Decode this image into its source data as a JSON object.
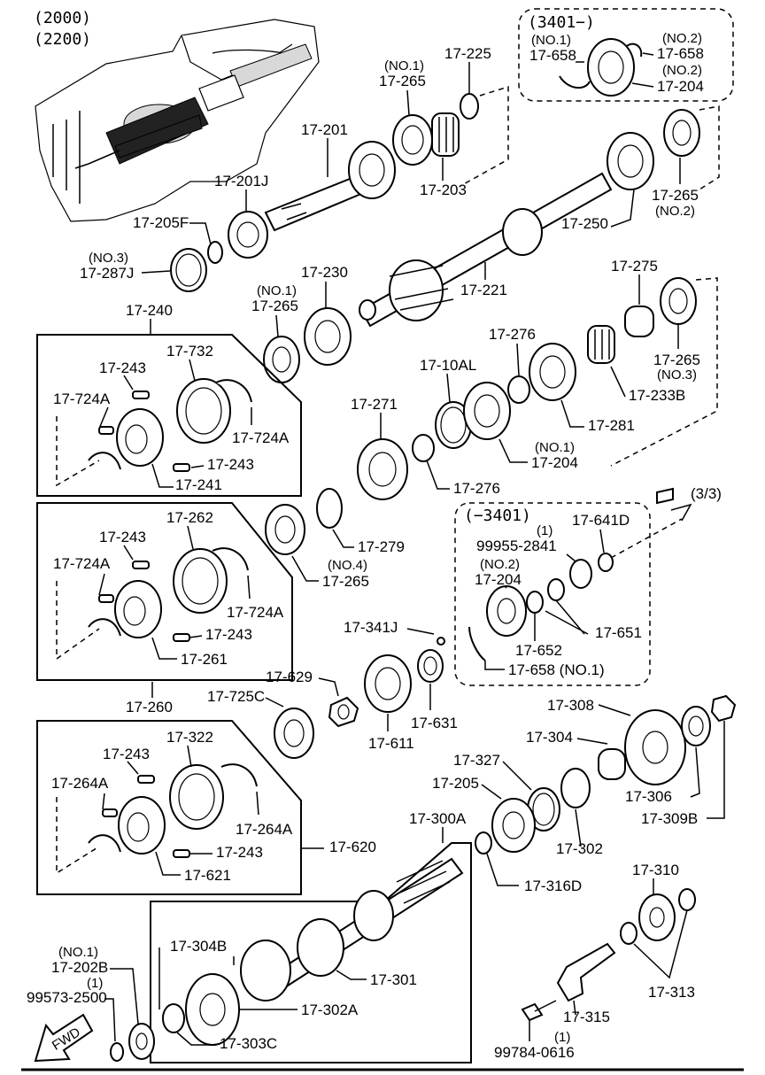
{
  "header": {
    "line1": "(2000)",
    "line2": "(2200)"
  },
  "ref": {
    "arrow_text": "(3/3)",
    "fwd": "FWD"
  },
  "groups": {
    "g3401_plus": "(3401−)",
    "g3401_minus": "(−3401)"
  },
  "labels": {
    "l_17_225": "17-225",
    "l_no1_a": "(NO.1)",
    "l_17_265a": "17-265",
    "l_no1_b": "(NO.1)",
    "l_17_658a": "17-658",
    "l_no2_a": "(NO.2)",
    "l_17_658b": "17-658",
    "l_no2_b": "(NO.2)",
    "l_17_204a": "17-204",
    "l_17_201": "17-201",
    "l_17_201J": "17-201J",
    "l_17_203": "17-203",
    "l_17_265b": "17-265",
    "l_no2_c": "(NO.2)",
    "l_17_250": "17-250",
    "l_17_205F": "17-205F",
    "l_no3_a": "(NO.3)",
    "l_17_287J": "17-287J",
    "l_17_240": "17-240",
    "l_no1_c": "(NO.1)",
    "l_17_265c": "17-265",
    "l_17_230": "17-230",
    "l_17_221": "17-221",
    "l_17_275": "17-275",
    "l_17_732": "17-732",
    "l_17_243a": "17-243",
    "l_17_724Aa": "17-724A",
    "l_17_724Ab": "17-724A",
    "l_17_243b": "17-243",
    "l_17_241": "17-241",
    "l_17_276a": "17-276",
    "l_17_10AL": "17-10AL",
    "l_17_265d": "17-265",
    "l_no3_b": "(NO.3)",
    "l_17_233B": "17-233B",
    "l_17_281": "17-281",
    "l_17_271": "17-271",
    "l_no1_d": "(NO.1)",
    "l_17_204b": "17-204",
    "l_17_276b": "17-276",
    "l_17_262": "17-262",
    "l_17_243c": "17-243",
    "l_17_724Ac": "17-724A",
    "l_17_724Ad": "17-724A",
    "l_17_243d": "17-243",
    "l_17_261": "17-261",
    "l_17_279": "17-279",
    "l_no4": "(NO.4)",
    "l_17_265e": "17-265",
    "l_q1a": "(1)",
    "l_99955": "99955-2841",
    "l_17_641D": "17-641D",
    "l_no2_d": "(NO.2)",
    "l_17_204c": "17-204",
    "l_17_652": "17-652",
    "l_17_651": "17-651",
    "l_17_658c": "17-658 (NO.1)",
    "l_17_341J": "17-341J",
    "l_17_629": "17-629",
    "l_17_725C": "17-725C",
    "l_17_611": "17-611",
    "l_17_631": "17-631",
    "l_17_260": "17-260",
    "l_17_308": "17-308",
    "l_17_304": "17-304",
    "l_17_327": "17-327",
    "l_17_205": "17-205",
    "l_17_306": "17-306",
    "l_17_309B": "17-309B",
    "l_17_302": "17-302",
    "l_17_322": "17-322",
    "l_17_243e": "17-243",
    "l_17_264Aa": "17-264A",
    "l_17_264Ab": "17-264A",
    "l_17_243f": "17-243",
    "l_17_621": "17-621",
    "l_17_620": "17-620",
    "l_17_300A": "17-300A",
    "l_17_316D": "17-316D",
    "l_17_310": "17-310",
    "l_17_313": "17-313",
    "l_17_304B": "17-304B",
    "l_17_301": "17-301",
    "l_17_302A": "17-302A",
    "l_17_303C": "17-303C",
    "l_no1_e": "(NO.1)",
    "l_17_202B": "17-202B",
    "l_q1b": "(1)",
    "l_99573": "99573-2500",
    "l_17_315": "17-315",
    "l_q1c": "(1)",
    "l_99784": "99784-0616"
  }
}
